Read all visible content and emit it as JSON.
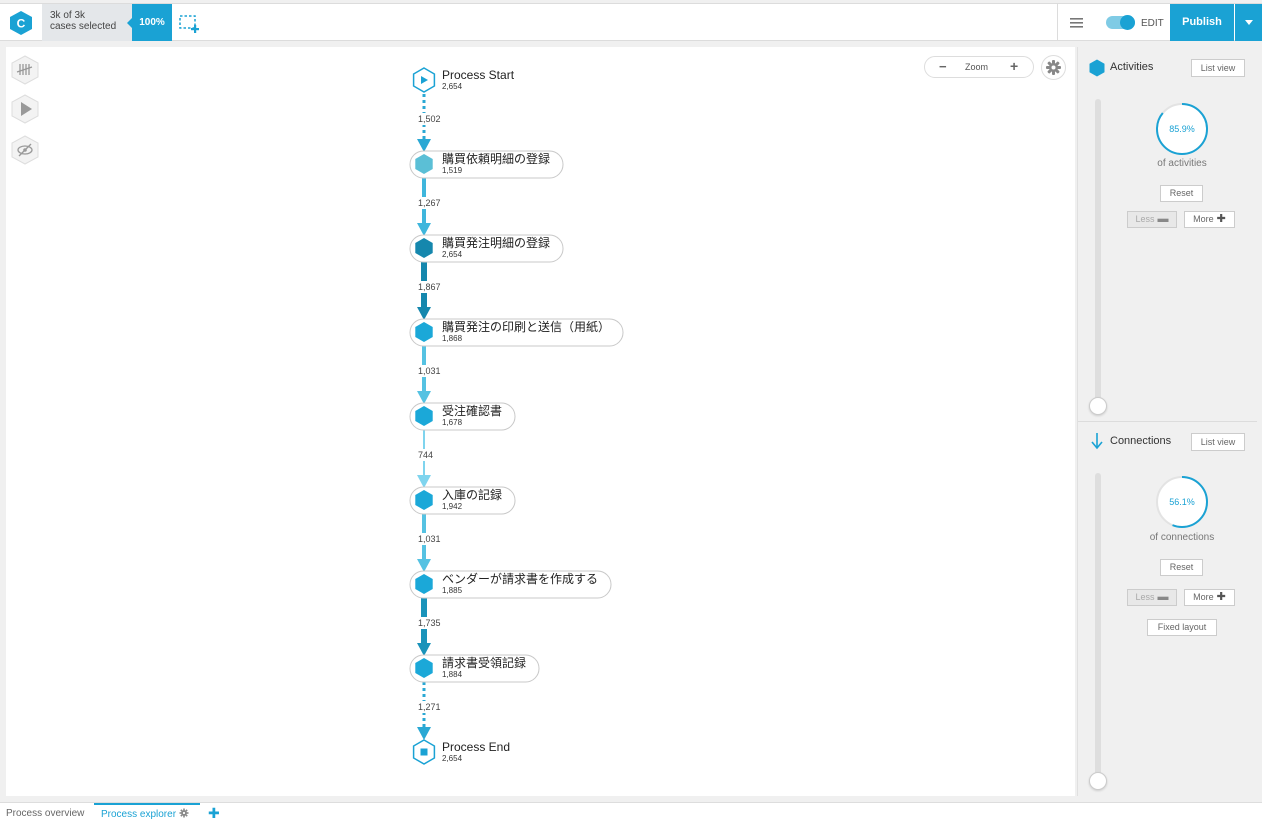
{
  "header": {
    "cases_line1": "3k of 3k",
    "cases_line2": "cases selected",
    "percent": "100%",
    "edit_label": "EDIT",
    "publish_label": "Publish"
  },
  "canvas": {
    "zoom_label": "Zoom",
    "zoom_minus": "−",
    "zoom_plus": "+"
  },
  "process": {
    "nodes": [
      {
        "id": "start",
        "type": "start",
        "label": "Process Start",
        "count": "2,654"
      },
      {
        "id": "a1",
        "type": "activity",
        "label": "購買依頼明細の登録",
        "count": "1,519",
        "color": "#5bbfd6"
      },
      {
        "id": "a2",
        "type": "activity",
        "label": "購買発注明細の登録",
        "count": "2,654",
        "color": "#1587ad"
      },
      {
        "id": "a3",
        "type": "activity",
        "label": "購買発注の印刷と送信（用紙）",
        "count": "1,868",
        "color": "#1ba8d8"
      },
      {
        "id": "a4",
        "type": "activity",
        "label": "受注確認書",
        "count": "1,678",
        "color": "#1ba8d8"
      },
      {
        "id": "a5",
        "type": "activity",
        "label": "入庫の記録",
        "count": "1,942",
        "color": "#1ba8d8"
      },
      {
        "id": "a6",
        "type": "activity",
        "label": "ベンダーが請求書を作成する",
        "count": "1,885",
        "color": "#1ba8d8"
      },
      {
        "id": "a7",
        "type": "activity",
        "label": "請求書受領記録",
        "count": "1,884",
        "color": "#1ba8d8"
      },
      {
        "id": "end",
        "type": "end",
        "label": "Process End",
        "count": "2,654"
      }
    ],
    "edges": [
      {
        "label": "1,502",
        "style": "dotted",
        "color": "#2aa8d4"
      },
      {
        "label": "1,267",
        "style": "solid",
        "color": "#3fb6dc"
      },
      {
        "label": "1,867",
        "style": "solid",
        "color": "#1587ad"
      },
      {
        "label": "1,031",
        "style": "solid",
        "color": "#55c2e2"
      },
      {
        "label": "744",
        "style": "solid",
        "color": "#7fd4ee"
      },
      {
        "label": "1,031",
        "style": "solid",
        "color": "#55c2e2"
      },
      {
        "label": "1,735",
        "style": "solid",
        "color": "#1a93ba"
      },
      {
        "label": "1,271",
        "style": "dotted",
        "color": "#2aa8d4"
      }
    ]
  },
  "sidebar": {
    "activities": {
      "title": "Activities",
      "list_view": "List view",
      "percent": "85.9%",
      "percent_value": 0.859,
      "caption": "of activities",
      "reset": "Reset",
      "less": "Less",
      "more": "More"
    },
    "connections": {
      "title": "Connections",
      "list_view": "List view",
      "percent": "56.1%",
      "percent_value": 0.561,
      "caption": "of connections",
      "reset": "Reset",
      "less": "Less",
      "more": "More",
      "fixed_layout": "Fixed layout"
    }
  },
  "tabs": [
    {
      "label": "Process overview",
      "active": false
    },
    {
      "label": "Process explorer",
      "active": true
    }
  ],
  "colors": {
    "accent": "#1aa2d4"
  }
}
